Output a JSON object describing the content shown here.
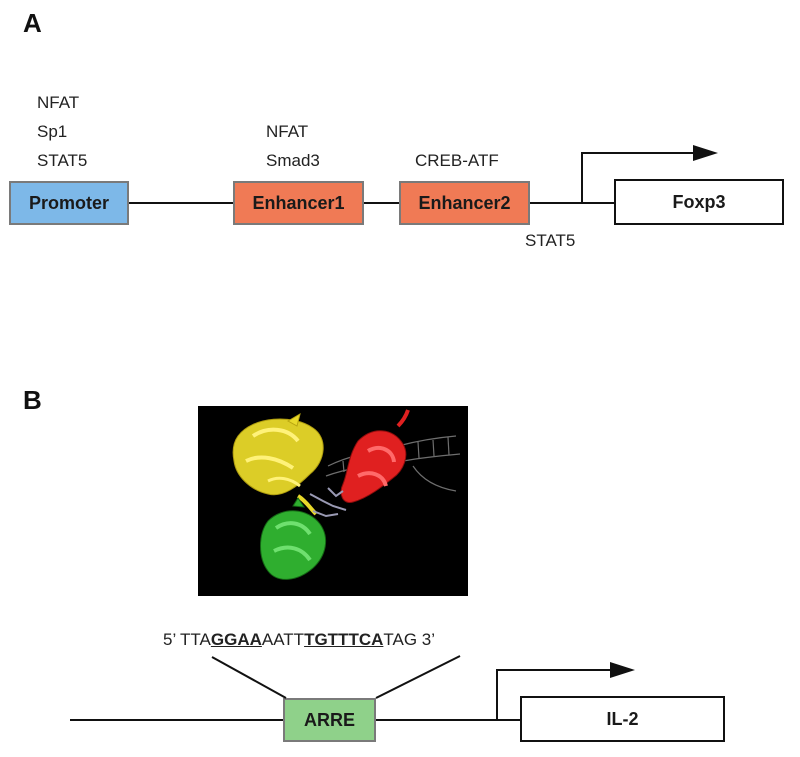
{
  "panelA": {
    "label": "A",
    "promoter": {
      "label": "Promoter",
      "factors": [
        "NFAT",
        "Sp1",
        "STAT5"
      ],
      "color": "#7db8e8"
    },
    "enhancer1": {
      "label": "Enhancer1",
      "factors": [
        "NFAT",
        "Smad3"
      ],
      "color": "#f07a55"
    },
    "enhancer2": {
      "label": "Enhancer2",
      "factors": [
        "CREB-ATF"
      ],
      "color": "#f07a55"
    },
    "below_factor": "STAT5",
    "gene": "Foxp3"
  },
  "panelB": {
    "label": "B",
    "sequence": {
      "prefix": "5’  TTA",
      "motif1": "GGAA",
      "mid": "AATT",
      "motif2": "TGTTTCA",
      "suffix": "TAG 3’"
    },
    "element": {
      "label": "ARRE",
      "color": "#8fd18a"
    },
    "gene": "IL-2",
    "structure_colors": {
      "yellow": "#e8d92a",
      "red": "#e02020",
      "green": "#2fae2f",
      "background": "#000000"
    }
  }
}
